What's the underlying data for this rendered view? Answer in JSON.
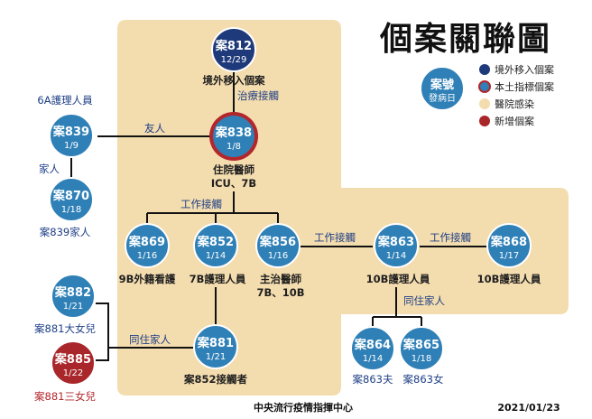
{
  "title": "個案關聯圖",
  "legend": {
    "key_case": "案號",
    "key_date": "發病日",
    "items": [
      {
        "label": "境外移入個案",
        "color": "#1f3a7a"
      },
      {
        "label": "本土指標個案",
        "color": "#2f80b7",
        "ring": "#b3262b"
      },
      {
        "label": "醫院感染",
        "color": "#f3dcae"
      },
      {
        "label": "新增個案",
        "color": "#a9262a"
      }
    ]
  },
  "colors": {
    "imported": "#1f3a7a",
    "index_fill": "#2f80b7",
    "index_ring": "#b3262b",
    "hospital": "#f3dcae",
    "new_case": "#a9262a",
    "case": "#2f80b7"
  },
  "nodes": {
    "c812": {
      "label": "案812",
      "date": "12/29",
      "caption": "境外移入個案"
    },
    "c838": {
      "label": "案838",
      "date": "1/8",
      "caption_line1": "住院醫師",
      "caption_line2": "ICU、7B"
    },
    "c839": {
      "label": "案839",
      "date": "1/9",
      "caption": "6A護理人員"
    },
    "c870": {
      "label": "案870",
      "date": "1/18",
      "caption": "案839家人"
    },
    "c869": {
      "label": "案869",
      "date": "1/16",
      "caption": "9B外籍看護"
    },
    "c852": {
      "label": "案852",
      "date": "1/14",
      "caption": "7B護理人員"
    },
    "c856": {
      "label": "案856",
      "date": "1/16",
      "caption_line1": "主治醫師",
      "caption_line2": "7B、10B"
    },
    "c863": {
      "label": "案863",
      "date": "1/14",
      "caption": "10B護理人員"
    },
    "c868": {
      "label": "案868",
      "date": "1/17",
      "caption": "10B護理人員"
    },
    "c882": {
      "label": "案882",
      "date": "1/21",
      "caption": "案881大女兒"
    },
    "c885": {
      "label": "案885",
      "date": "1/22",
      "caption": "案881三女兒"
    },
    "c881": {
      "label": "案881",
      "date": "1/21",
      "caption": "案852接觸者"
    },
    "c864": {
      "label": "案864",
      "date": "1/14",
      "caption": "案863夫"
    },
    "c865": {
      "label": "案865",
      "date": "1/18",
      "caption": "案863女"
    }
  },
  "edge_labels": {
    "treatment": "治療接觸",
    "friend": "友人",
    "family": "家人",
    "work1": "工作接觸",
    "work2": "工作接觸",
    "work3": "工作接觸",
    "cohabit1": "同住家人",
    "cohabit2": "同住家人"
  },
  "footer": {
    "source": "中央流行疫情指揮中心",
    "date": "2021/01/23"
  }
}
